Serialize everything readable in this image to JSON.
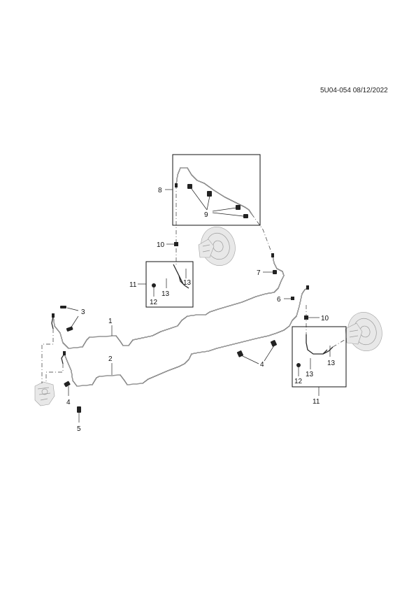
{
  "document_ref": "5U04-054 08/12/2022",
  "callouts": {
    "c1": "1",
    "c2": "2",
    "c3": "3",
    "c4a": "4",
    "c4b": "4",
    "c5": "5",
    "c6": "6",
    "c7": "7",
    "c8": "8",
    "c9": "9",
    "c10a": "10",
    "c10b": "10",
    "c11a": "11",
    "c11b": "11",
    "c12a": "12",
    "c12b": "12",
    "c13a": "13",
    "c13b": "13",
    "c13c": "13",
    "c13d": "13"
  }
}
